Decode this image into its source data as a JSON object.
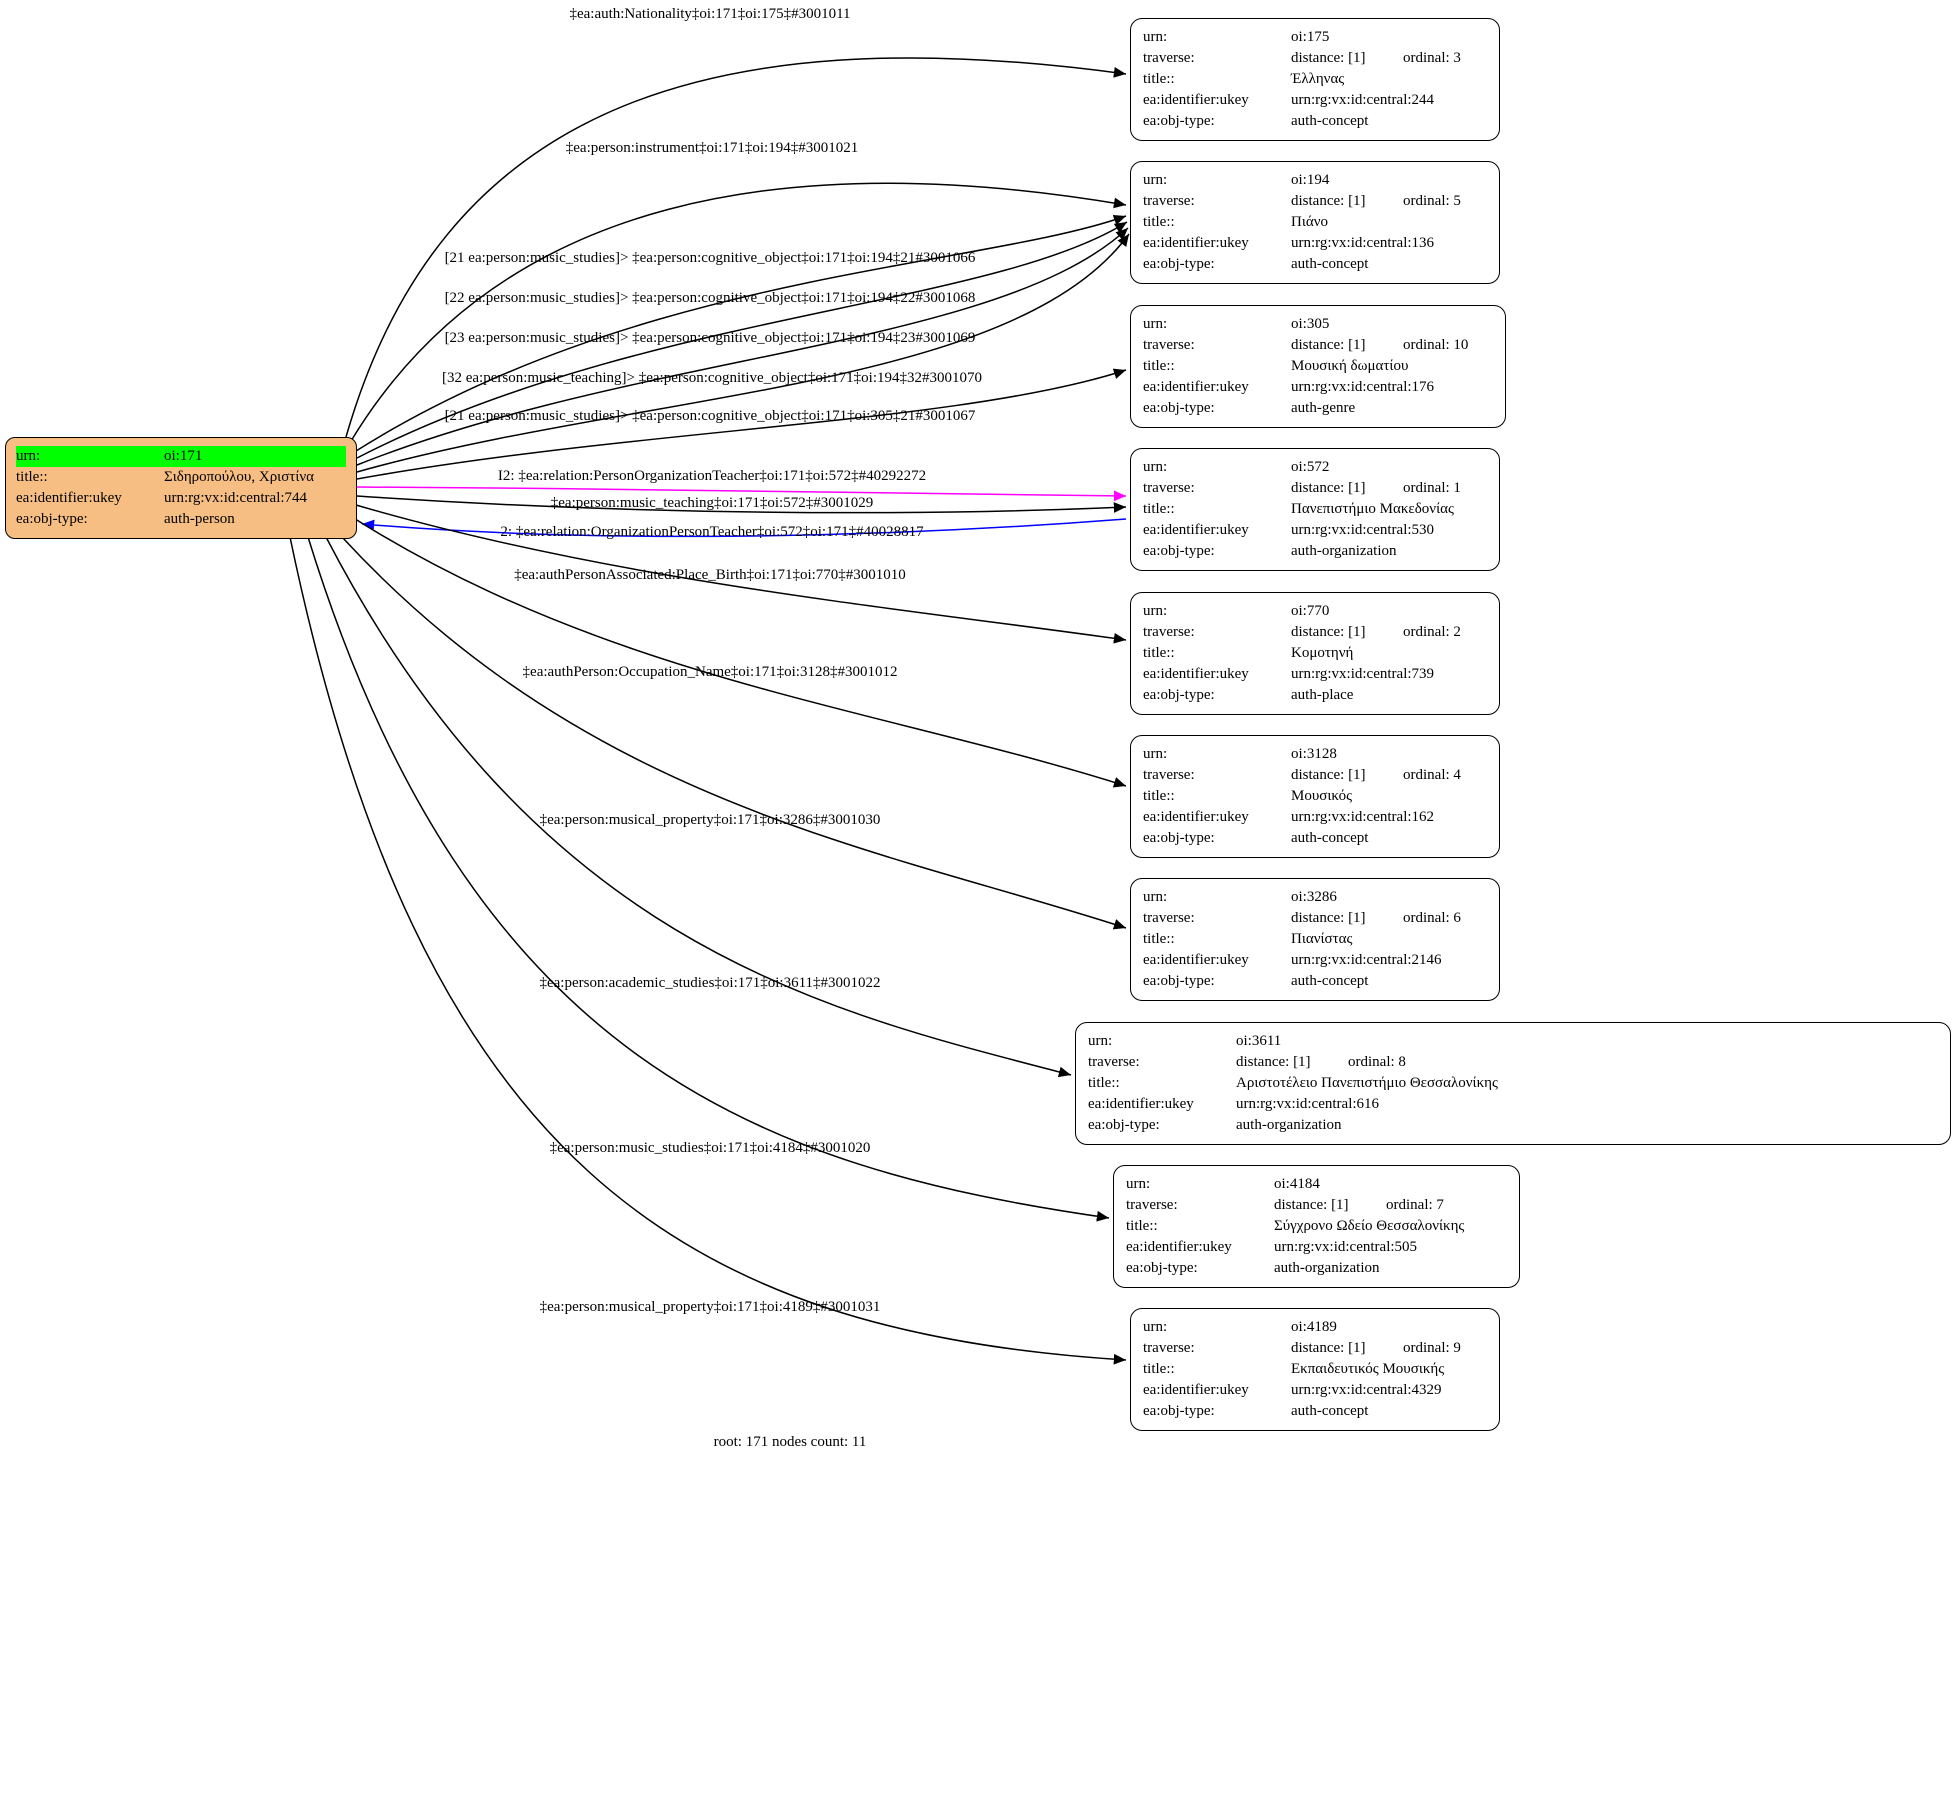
{
  "footer": "root: 171 nodes count: 11",
  "row_labels": {
    "urn": "urn:",
    "traverse": "traverse:",
    "title": "title::",
    "ukey": "ea:identifier:ukey",
    "objtype": "ea:obj-type:"
  },
  "colors": {
    "root_fill": "#F7BE83",
    "root_highlight": "#00FF00",
    "edge_default": "#000000",
    "edge_person_org_teacher": "#FF00FF",
    "edge_org_person_teacher": "#0000FF"
  },
  "root_node": {
    "rows": [
      {
        "label": "urn:",
        "value": "oi:171",
        "highlight": true
      },
      {
        "label": "title::",
        "value": "Σιδηροπούλου, Χριστίνα",
        "highlight": false
      },
      {
        "label": "ea:identifier:ukey",
        "value": "urn:rg:vx:id:central:744",
        "highlight": false
      },
      {
        "label": "ea:obj-type:",
        "value": "auth-person",
        "highlight": false
      }
    ]
  },
  "nodes": [
    {
      "urn": "oi:175",
      "distance": "distance: [1]",
      "ordinal": "ordinal: 3",
      "title": "Έλληνας",
      "ukey": "urn:rg:vx:id:central:244",
      "objtype": "auth-concept"
    },
    {
      "urn": "oi:194",
      "distance": "distance: [1]",
      "ordinal": "ordinal: 5",
      "title": "Πιάνο",
      "ukey": "urn:rg:vx:id:central:136",
      "objtype": "auth-concept"
    },
    {
      "urn": "oi:305",
      "distance": "distance: [1]",
      "ordinal": "ordinal: 10",
      "title": "Μουσική δωματίου",
      "ukey": "urn:rg:vx:id:central:176",
      "objtype": "auth-genre"
    },
    {
      "urn": "oi:572",
      "distance": "distance: [1]",
      "ordinal": "ordinal: 1",
      "title": "Πανεπιστήμιο Μακεδονίας",
      "ukey": "urn:rg:vx:id:central:530",
      "objtype": "auth-organization"
    },
    {
      "urn": "oi:770",
      "distance": "distance: [1]",
      "ordinal": "ordinal: 2",
      "title": "Κομοτηνή",
      "ukey": "urn:rg:vx:id:central:739",
      "objtype": "auth-place"
    },
    {
      "urn": "oi:3128",
      "distance": "distance: [1]",
      "ordinal": "ordinal: 4",
      "title": "Μουσικός",
      "ukey": "urn:rg:vx:id:central:162",
      "objtype": "auth-concept"
    },
    {
      "urn": "oi:3286",
      "distance": "distance: [1]",
      "ordinal": "ordinal: 6",
      "title": "Πιανίστας",
      "ukey": "urn:rg:vx:id:central:2146",
      "objtype": "auth-concept"
    },
    {
      "urn": "oi:3611",
      "distance": "distance: [1]",
      "ordinal": "ordinal: 8",
      "title": "Αριστοτέλειο Πανεπιστήμιο Θεσσαλονίκης",
      "ukey": "urn:rg:vx:id:central:616",
      "objtype": "auth-organization"
    },
    {
      "urn": "oi:4184",
      "distance": "distance: [1]",
      "ordinal": "ordinal: 7",
      "title": "Σύγχρονο Ωδείο Θεσσαλονίκης",
      "ukey": "urn:rg:vx:id:central:505",
      "objtype": "auth-organization"
    },
    {
      "urn": "oi:4189",
      "distance": "distance: [1]",
      "ordinal": "ordinal: 9",
      "title": "Εκπαιδευτικός Μουσικής",
      "ukey": "urn:rg:vx:id:central:4329",
      "objtype": "auth-concept"
    }
  ],
  "edges": [
    {
      "label": "‡ea:auth:Nationality‡oi:171‡oi:175‡#3001011",
      "color": "#000000"
    },
    {
      "label": "‡ea:person:instrument‡oi:171‡oi:194‡#3001021",
      "color": "#000000"
    },
    {
      "label": "[21 ea:person:music_studies]> ‡ea:person:cognitive_object‡oi:171‡oi:194‡21#3001066",
      "color": "#000000"
    },
    {
      "label": "[22 ea:person:music_studies]> ‡ea:person:cognitive_object‡oi:171‡oi:194‡22#3001068",
      "color": "#000000"
    },
    {
      "label": "[23 ea:person:music_studies]> ‡ea:person:cognitive_object‡oi:171‡oi:194‡23#3001069",
      "color": "#000000"
    },
    {
      "label": "[32 ea:person:music_teaching]> ‡ea:person:cognitive_object‡oi:171‡oi:194‡32#3001070",
      "color": "#000000"
    },
    {
      "label": "[21 ea:person:music_studies]> ‡ea:person:cognitive_object‡oi:171‡oi:305‡21#3001067",
      "color": "#000000"
    },
    {
      "label": "I2: ‡ea:relation:PersonOrganizationTeacher‡oi:171‡oi:572‡#40292272",
      "color": "#FF00FF"
    },
    {
      "label": "‡ea:person:music_teaching‡oi:171‡oi:572‡#3001029",
      "color": "#000000"
    },
    {
      "label": "2: ‡ea:relation:OrganizationPersonTeacher‡oi:572‡oi:171‡#40028817",
      "color": "#0000FF"
    },
    {
      "label": "‡ea:authPersonAssociated:Place_Birth‡oi:171‡oi:770‡#3001010",
      "color": "#000000"
    },
    {
      "label": "‡ea:authPerson:Occupation_Name‡oi:171‡oi:3128‡#3001012",
      "color": "#000000"
    },
    {
      "label": "‡ea:person:musical_property‡oi:171‡oi:3286‡#3001030",
      "color": "#000000"
    },
    {
      "label": "‡ea:person:academic_studies‡oi:171‡oi:3611‡#3001022",
      "color": "#000000"
    },
    {
      "label": "‡ea:person:music_studies‡oi:171‡oi:4184‡#3001020",
      "color": "#000000"
    },
    {
      "label": "‡ea:person:musical_property‡oi:171‡oi:4189‡#3001031",
      "color": "#000000"
    }
  ]
}
